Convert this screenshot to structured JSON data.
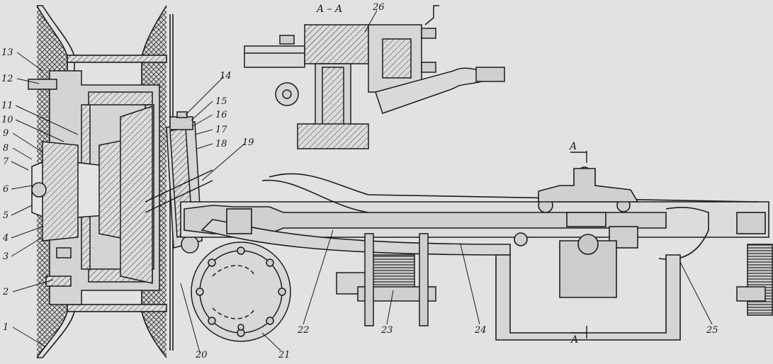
{
  "section_view_label": "A – A",
  "section_marker": "A",
  "callouts": [
    "1",
    "2",
    "3",
    "4",
    "5",
    "6",
    "7",
    "8",
    "9",
    "10",
    "11",
    "12",
    "13",
    "14",
    "15",
    "16",
    "17",
    "18",
    "19",
    "20",
    "21",
    "22",
    "23",
    "24",
    "25",
    "26"
  ]
}
